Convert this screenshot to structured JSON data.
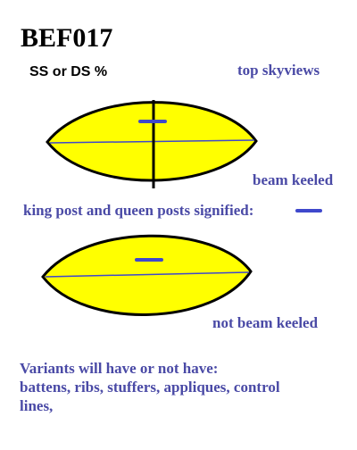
{
  "title": "BEF017",
  "subtitle": "SS or DS %",
  "labels": {
    "top_skyviews": "top skyviews",
    "beam_keeled": "beam keeled",
    "posts_legend": "king post and queen posts signified:",
    "not_beam_keeled": "not beam keeled"
  },
  "variants": {
    "line1": "Variants will have or not have:",
    "line2": "battens, ribs, stuffers, appliques, control",
    "line3": "lines,"
  },
  "colors": {
    "fill": "#ffff00",
    "outline": "#000000",
    "accent": "#4a4aa6",
    "post_marker": "#3f48cc"
  }
}
